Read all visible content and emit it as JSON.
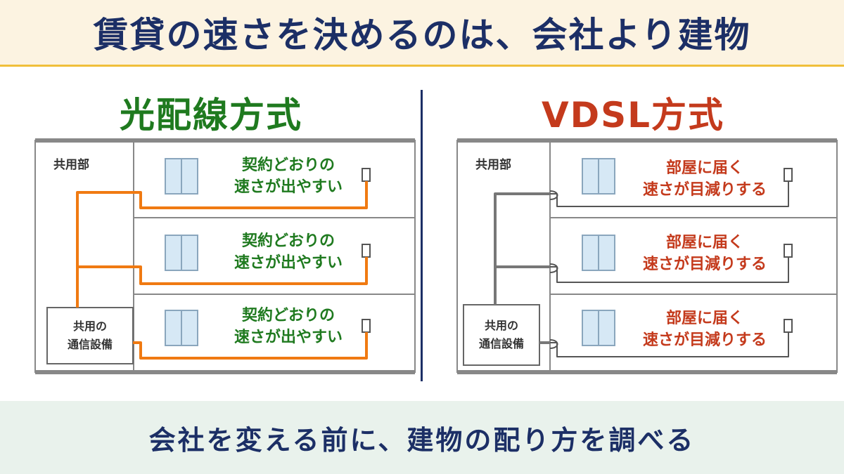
{
  "header": {
    "title": "賃貸の速さを決めるのは、会社より建物"
  },
  "left_panel": {
    "title": "光配線方式",
    "common_area": "共用部",
    "equipment": {
      "line1": "共用の",
      "line2": "通信設備"
    },
    "rooms": [
      {
        "line1": "契約どおりの",
        "line2": "速さが出やすい"
      },
      {
        "line1": "契約どおりの",
        "line2": "速さが出やすい"
      },
      {
        "line1": "契約どおりの",
        "line2": "速さが出やすい"
      }
    ],
    "cable_color": "#f07a12"
  },
  "right_panel": {
    "title": "VDSL方式",
    "common_area": "共用部",
    "equipment": {
      "line1": "共用の",
      "line2": "通信設備"
    },
    "rooms": [
      {
        "line1": "部屋に届く",
        "line2": "速さが目減りする"
      },
      {
        "line1": "部屋に届く",
        "line2": "速さが目減りする"
      },
      {
        "line1": "部屋に届く",
        "line2": "速さが目減りする"
      }
    ],
    "cable_color": "#666666"
  },
  "footer": {
    "text": "会社を変える前に、建物の配り方を調べる"
  }
}
